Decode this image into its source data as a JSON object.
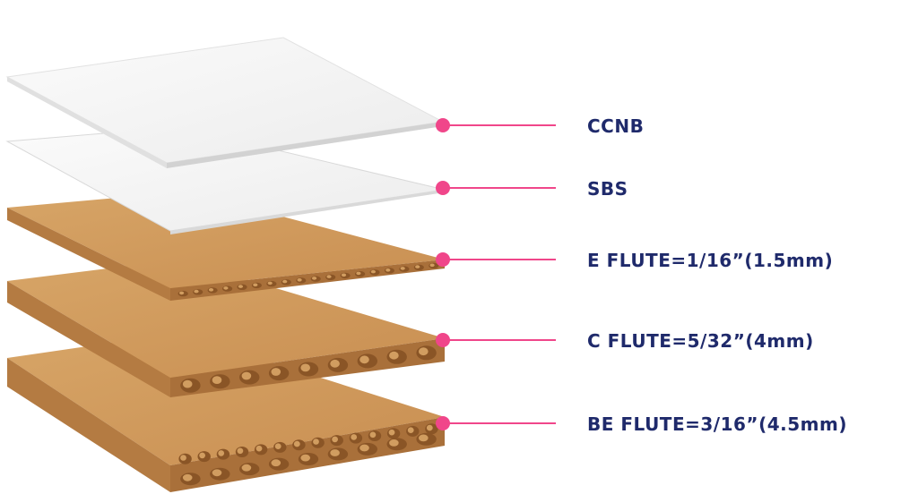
{
  "colors": {
    "label_text": "#1f2a6b",
    "leader_line": "#f0468a",
    "kraft_top": "#d19d60",
    "kraft_edge": "#a9703a",
    "kraft_shadow": "#8a5526",
    "board_white": "#f4f4f4",
    "board_edge": "#d9d9d9"
  },
  "layers": [
    {
      "id": "ccnb",
      "label": "CCNB"
    },
    {
      "id": "sbs",
      "label": "SBS"
    },
    {
      "id": "e-flute",
      "label": "E FLUTE=1/16”(1.5mm)"
    },
    {
      "id": "c-flute",
      "label": "C FLUTE=5/32”(4mm)"
    },
    {
      "id": "be-flute",
      "label": "BE FLUTE=3/16”(4.5mm)"
    }
  ]
}
